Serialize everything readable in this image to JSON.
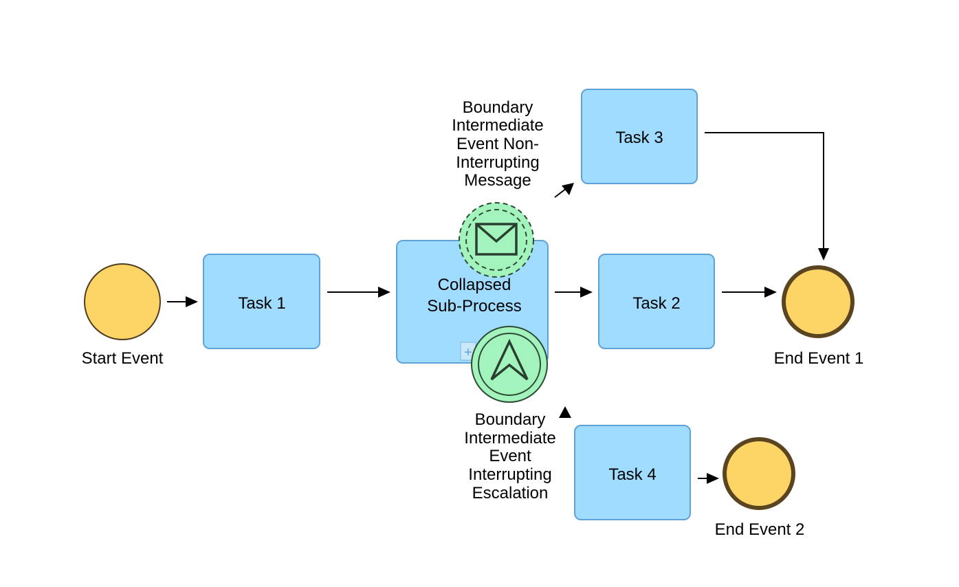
{
  "diagram": {
    "start_event": {
      "label": "Start Event"
    },
    "task1": {
      "label": "Task 1"
    },
    "subprocess": {
      "line1": "Collapsed",
      "line2": "Sub-Process",
      "marker": "+"
    },
    "task2": {
      "label": "Task 2"
    },
    "task3": {
      "label": "Task 3"
    },
    "task4": {
      "label": "Task 4"
    },
    "end_event1": {
      "label": "End Event 1"
    },
    "end_event2": {
      "label": "End Event 2"
    },
    "message_boundary": {
      "icon": "envelope-icon",
      "lines": [
        "Boundary",
        "Intermediate",
        "Event Non-",
        "Interrupting",
        "Message"
      ]
    },
    "escalation_boundary": {
      "icon": "escalation-arrow-icon",
      "lines": [
        "Boundary",
        "Intermediate",
        "Event",
        "Interrupting",
        "Escalation"
      ]
    }
  },
  "colors": {
    "task_fill": "#a0dcff",
    "task_stroke": "#5fa2d9",
    "event_fill": "#fdd466",
    "boundary_fill": "#a3f4bc"
  }
}
